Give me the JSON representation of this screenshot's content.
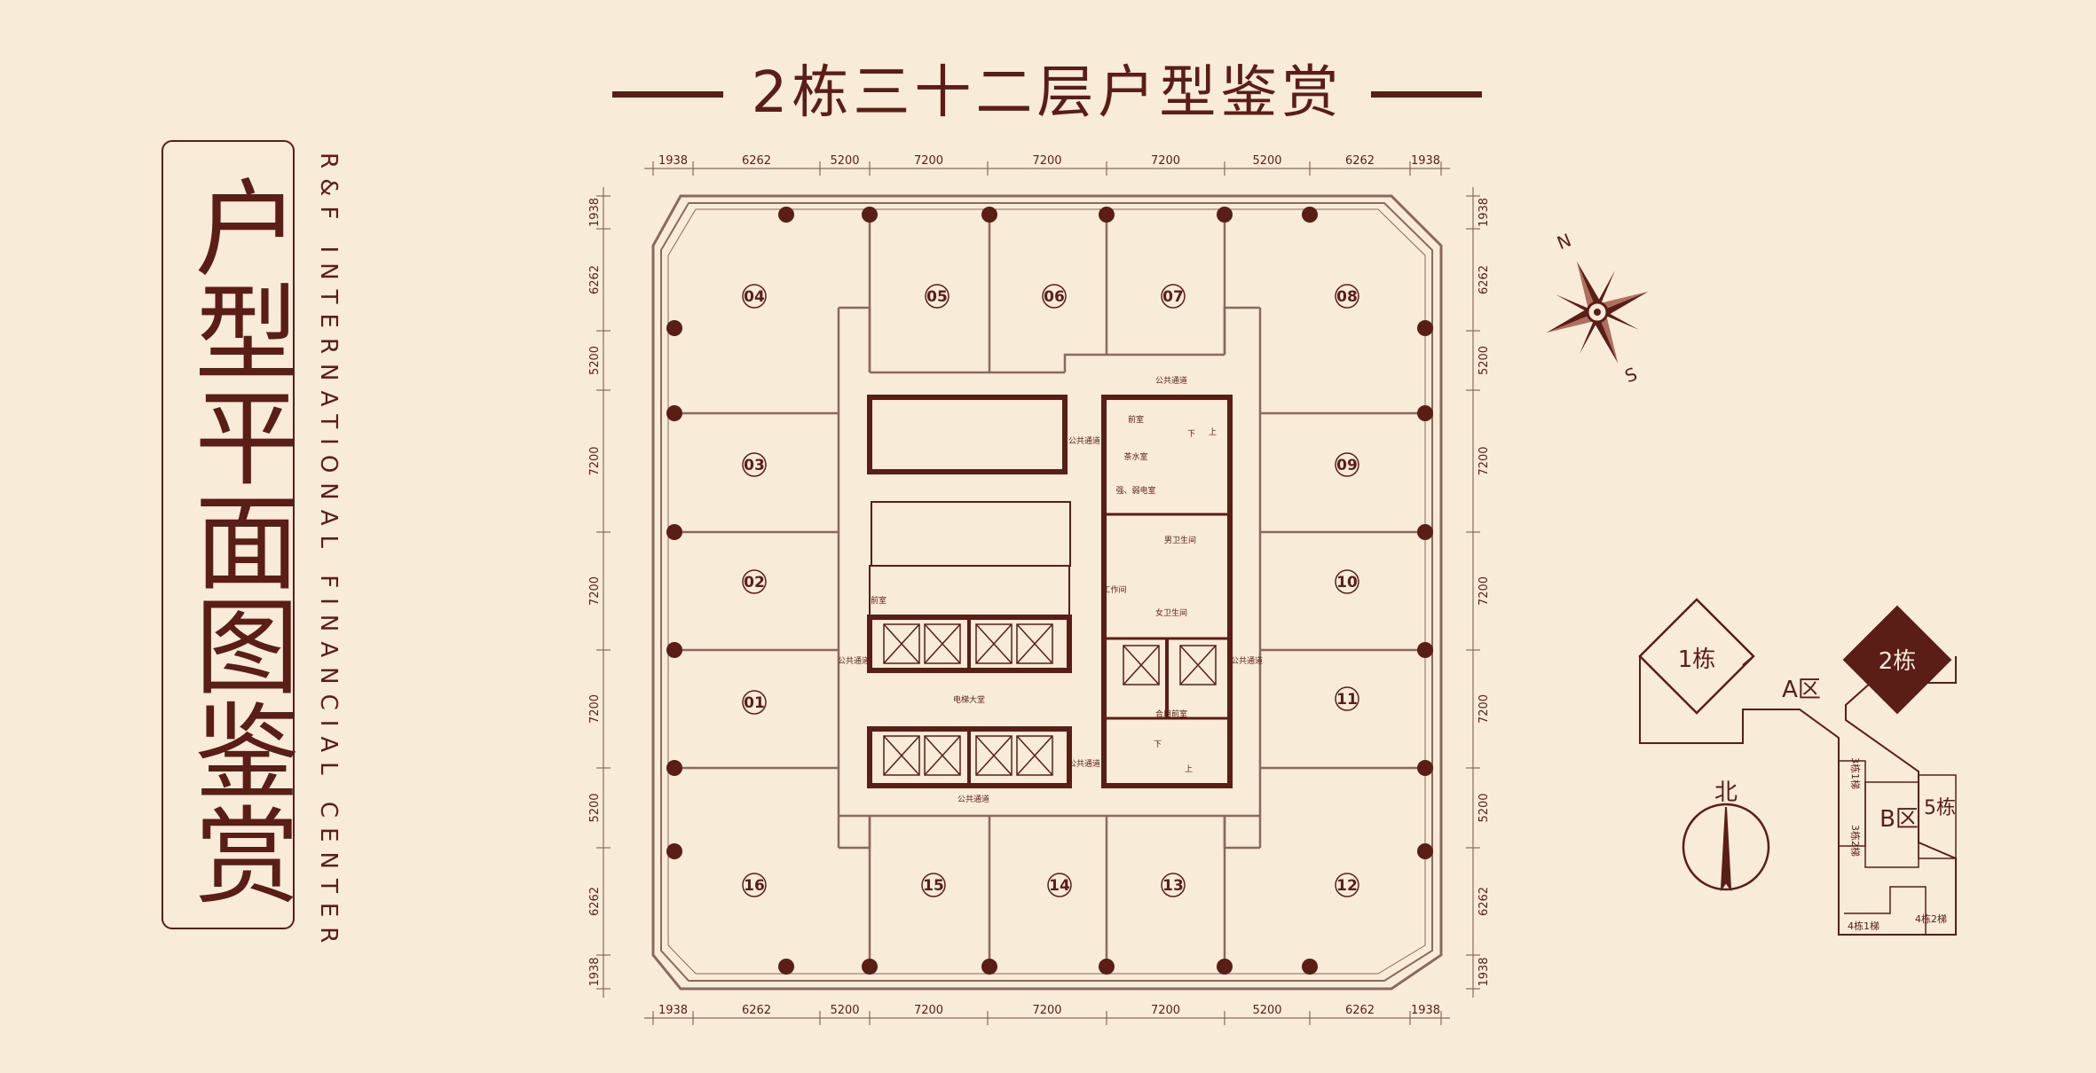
{
  "title": "2栋三十二层户型鉴赏",
  "side_title": "户型平面图鉴赏",
  "side_subtitle": "R&F INTERNATIONAL FINANCIAL CENTER",
  "dims_horizontal": [
    "1938",
    "6262",
    "5200",
    "7200",
    "7200",
    "7200",
    "5200",
    "6262",
    "1938"
  ],
  "dims_vertical": [
    "1938",
    "6262",
    "5200",
    "7200",
    "7200",
    "7200",
    "5200",
    "6262",
    "1938"
  ],
  "units_top": [
    "04",
    "05",
    "06",
    "07",
    "08"
  ],
  "units_right": [
    "09",
    "10",
    "11"
  ],
  "units_bottom": [
    "16",
    "15",
    "14",
    "13",
    "12"
  ],
  "units_left": [
    "03",
    "02",
    "01"
  ],
  "core_labels": {
    "public_corridor": "公共通道",
    "front_room": "前室",
    "tea_room": "茶水室",
    "electrical_room": "强、弱电室",
    "mens_toilet": "男卫生间",
    "womens_toilet": "女卫生间",
    "elevator_hall": "电梯大堂",
    "shared_front_room": "合用前室",
    "up": "上",
    "down": "下",
    "tool_room": "工作间"
  },
  "compass": {
    "n": "N",
    "s": "S"
  },
  "site_map": {
    "building1": "1栋",
    "building2": "2栋",
    "zone_a": "A区",
    "zone_b": "B区",
    "building5": "5栋",
    "north": "北",
    "b3_1": "3栋1梯",
    "b3_2": "3栋2梯",
    "b4_1": "4栋1梯",
    "b4_2": "4栋2梯"
  },
  "colors": {
    "background": "#f8ebd8",
    "brand": "#5a1e16",
    "line": "#8a6a5e"
  }
}
